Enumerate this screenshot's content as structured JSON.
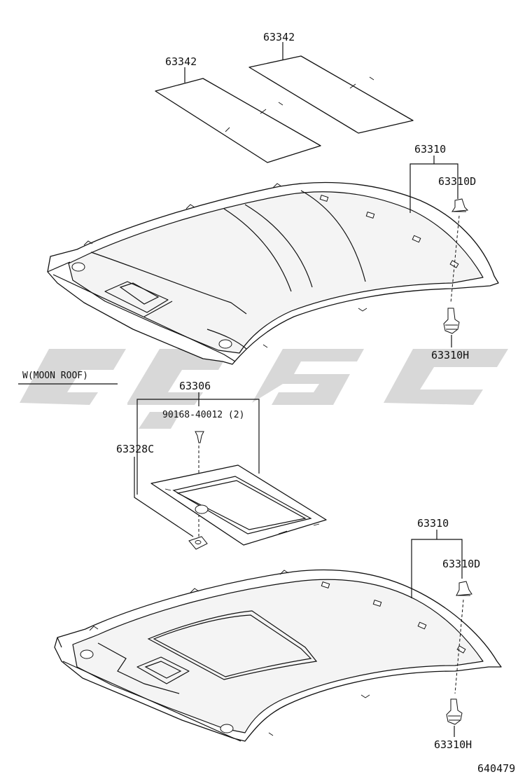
{
  "labels": {
    "pad_left": "63342",
    "pad_right": "63342",
    "headliner_top": "63310",
    "clip_top_upper": "63310D",
    "clip_top_lower": "63310H",
    "variant": "W(MOON ROOF)",
    "moonroof_frame": "63306",
    "screw": "90168-40012 (2)",
    "moonroof_part": "63328C",
    "headliner_bottom": "63310",
    "clip_bottom_upper": "63310D",
    "clip_bottom_lower": "63310H",
    "diagram_number": "640479"
  },
  "colors": {
    "line": "#111111",
    "watermark": "#cfcfcf"
  }
}
